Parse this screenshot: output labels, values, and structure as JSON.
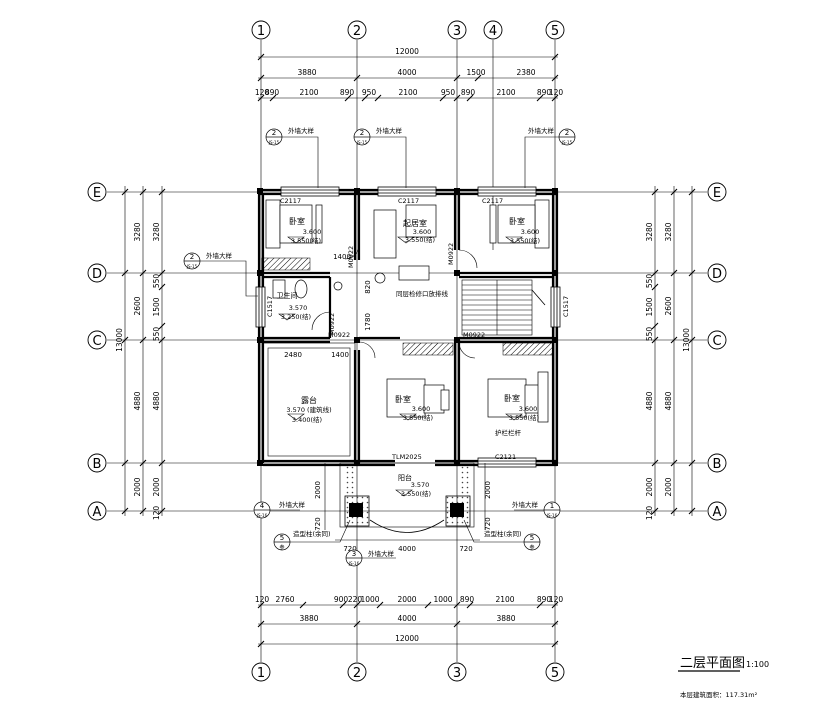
{
  "title": "二层平面图",
  "scale": "1:100",
  "area_note": "本层建筑面积：117.31m²",
  "axes_vertical": [
    "1",
    "2",
    "3",
    "4",
    "5"
  ],
  "axes_horizontal": [
    "E",
    "D",
    "C",
    "B",
    "A"
  ],
  "dims": {
    "total": "12000",
    "total_depth": "13000",
    "top_mid": [
      "3880",
      "4000",
      "1500",
      "2380"
    ],
    "top_inner": [
      "120",
      "890",
      "2100",
      "890",
      "950",
      "2100",
      "950",
      "890",
      "2100",
      "890",
      "120"
    ],
    "bottom_inner": [
      "120",
      "2760",
      "900",
      "220",
      "1000",
      "2000",
      "1000",
      "890",
      "2100",
      "890",
      "120"
    ],
    "bottom_mid": [
      "3880",
      "4000",
      "3880"
    ],
    "left_outer": [
      "3280",
      "2600",
      "4880",
      "2000"
    ],
    "left_inner": [
      "3280",
      "550",
      "1500",
      "550",
      "4880",
      "2000",
      "120"
    ],
    "right_outer": [
      "3280",
      "2600",
      "4880",
      "2000"
    ],
    "right_inner": [
      "3280",
      "550",
      "1500",
      "550",
      "4880",
      "2000",
      "120"
    ],
    "misc": [
      "2480",
      "1400",
      "1400",
      "1780",
      "820",
      "720",
      "720",
      "720",
      "4000",
      "720",
      "720",
      "2000",
      "2000"
    ]
  },
  "rooms": [
    {
      "name": "卧室",
      "lvl": "3.600",
      "lvl2": "3.550(结)"
    },
    {
      "name": "起居室",
      "lvl": "3.600",
      "lvl2": "3.550(结)"
    },
    {
      "name": "卧室",
      "lvl": "3.600",
      "lvl2": "3.550(结)"
    },
    {
      "name": "卫生间",
      "lvl": "3.570",
      "lvl2": "3.250(结)"
    },
    {
      "name": "露台",
      "lvl": "3.570 (建筑线)",
      "lvl2": "3.400(结)"
    },
    {
      "name": "卧室",
      "lvl": "3.600",
      "lvl2": "3.550(结)"
    },
    {
      "name": "卧室",
      "lvl": "3.600",
      "lvl2": "3.550(结)"
    },
    {
      "name": "阳台",
      "lvl": "3.570",
      "lvl2": "3.550(结)"
    }
  ],
  "labels": {
    "windows": [
      "C2117",
      "C2117",
      "C2117",
      "C1517",
      "C1517",
      "C2121"
    ],
    "doors": [
      "M0922",
      "M0922",
      "M0922",
      "M0922",
      "M0922",
      "TLM2025"
    ],
    "detail": "外墙大样",
    "detail_ref": "2",
    "detail_sheet": "JS-15",
    "chimney_note": "同层检修口放排线",
    "railing": "护栏栏杆",
    "column_left": "造型柱(余同)",
    "column_right": "造型柱(余同)",
    "ref5": "5",
    "ref3": "3",
    "ref4": "4",
    "ref1": "1",
    "sheet_a": "参",
    "sheet_b": "JS-16"
  }
}
